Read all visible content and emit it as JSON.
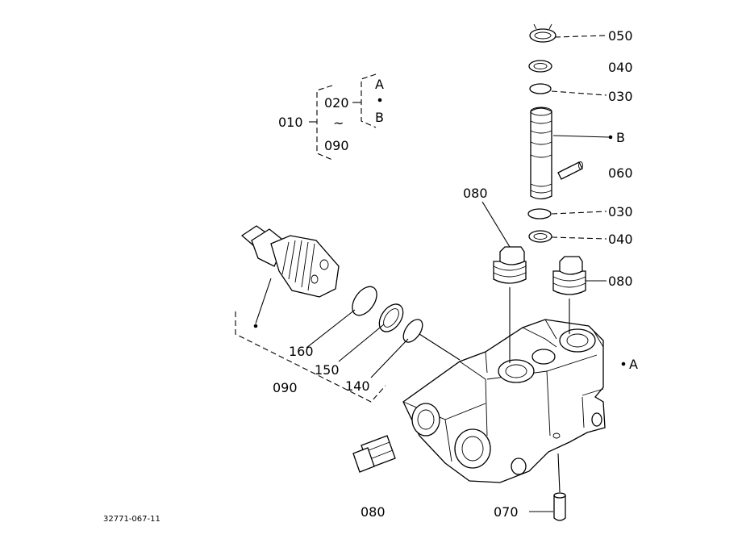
{
  "labels": {
    "p010": "010",
    "p020": "020",
    "p090_list": "090",
    "tilde": "~",
    "ref_a_top": "A",
    "ref_b_top": "B",
    "p050": "050",
    "p040_top": "040",
    "p030_top": "030",
    "ref_b_right": "B",
    "p060": "060",
    "p030_bottom": "030",
    "p040_bottom": "040",
    "p080_top_left": "080",
    "p080_right": "080",
    "ref_a_right": "A",
    "p160": "160",
    "p150": "150",
    "p140": "140",
    "p090_bottom": "090",
    "p080_bottom": "080",
    "p070": "070",
    "drawing_code": "32771-067-11"
  }
}
